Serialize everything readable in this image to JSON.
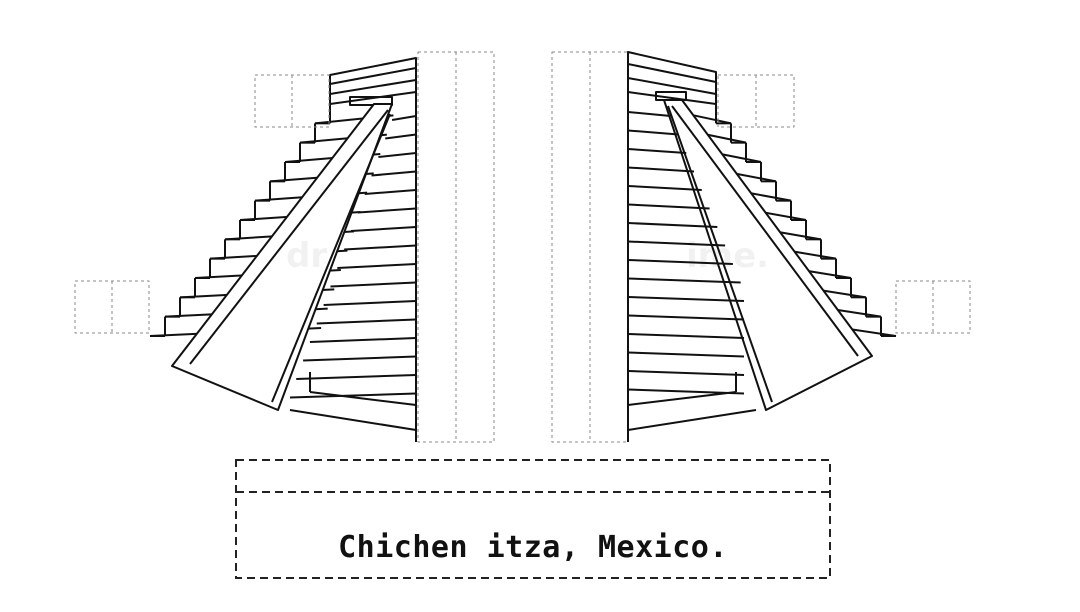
{
  "caption": "Chichen itza, Mexico.",
  "watermark_left": "dr",
  "watermark_right": "ime.",
  "colors": {
    "line": "#111111",
    "dash": "#222222",
    "guide": "#8a8a8a",
    "background": "#ffffff"
  },
  "left_half": {
    "steps_per_flank": 12
  },
  "right_half": {
    "steps_per_flank": 12
  }
}
